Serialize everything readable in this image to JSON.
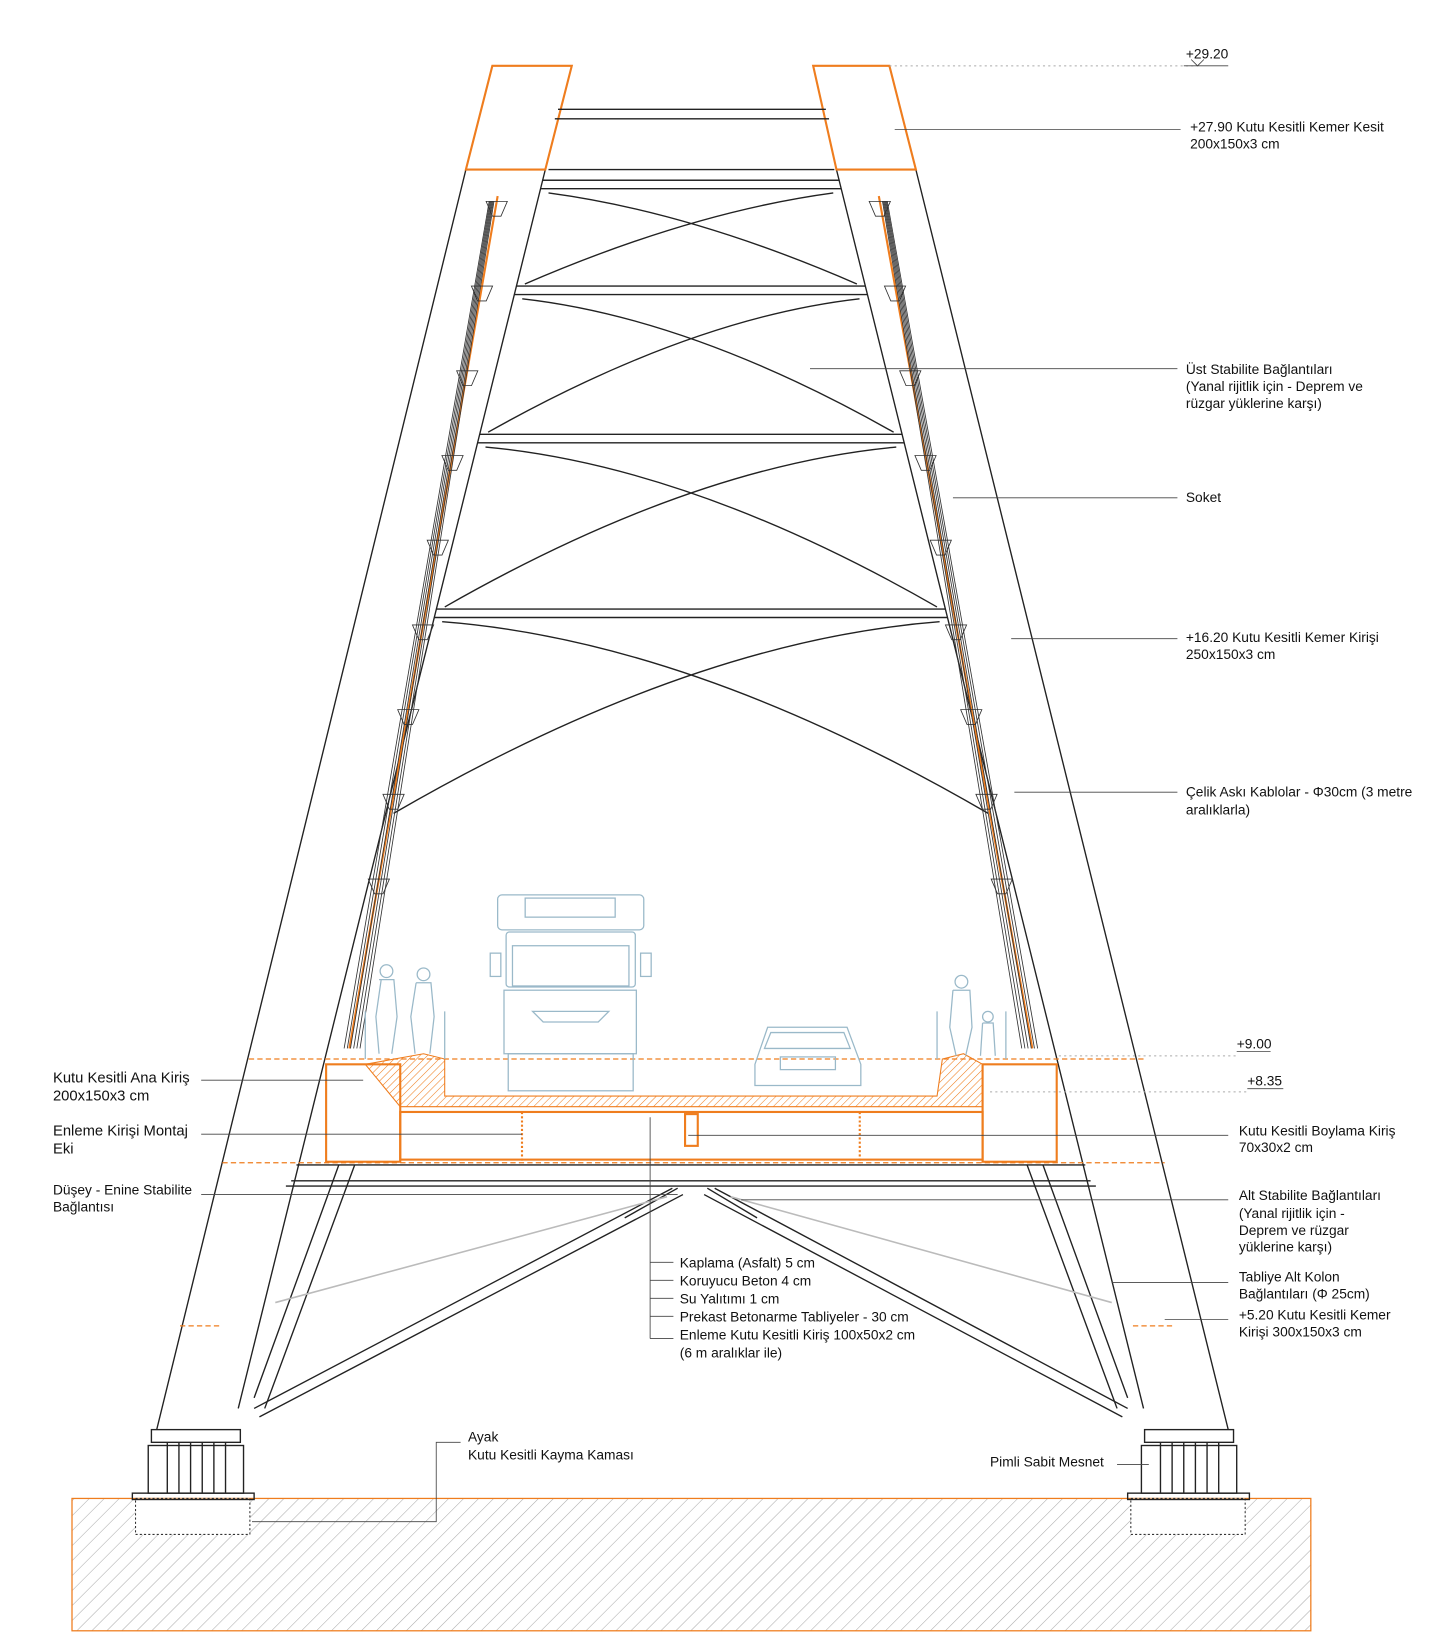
{
  "title": "Kutu kesitli kemer köprü enine kesiti",
  "colors": {
    "accent": "#ef7d1e",
    "line": "#222222",
    "vehicle": "#9ab9c9"
  },
  "levels": {
    "top": "+29.20",
    "deck_top": "+9.00",
    "deck_road": "+8.35"
  },
  "labels_right": {
    "arch_top": [
      "+27.90 Kutu Kesitli Kemer Kesit",
      "200x150x3 cm"
    ],
    "upper_bracing": [
      "Üst Stabilite Bağlantıları",
      "(Yanal rijitlik için - Deprem ve",
      "rüzgar yüklerine karşı)"
    ],
    "socket": [
      "Soket"
    ],
    "arch_mid": [
      "+16.20 Kutu Kesitli Kemer Kirişi",
      "250x150x3 cm"
    ],
    "cables": [
      "Çelik Askı Kablolar - Φ30cm (3 metre",
      "aralıklarla)"
    ],
    "long_beam": [
      "Kutu Kesitli Boylama Kiriş",
      "70x30x2 cm"
    ],
    "lower_bracing": [
      "Alt Stabilite Bağlantıları",
      "(Yanal rijitlik için -",
      "Deprem ve rüzgar",
      "yüklerine karşı)"
    ],
    "deck_columns": [
      "Tabliye Alt Kolon",
      "Bağlantıları (Φ 25cm)"
    ],
    "arch_low": [
      "+5.20 Kutu Kesitli Kemer",
      "Kirişi 300x150x3 cm"
    ]
  },
  "labels_left": {
    "main_girder": [
      "Kutu Kesitli Ana Kiriş",
      "200x150x3 cm"
    ],
    "cross_joint": [
      "Enleme Kirişi Montaj",
      "Eki"
    ],
    "vertical_bracing": [
      "Düşey - Enine Stabilite",
      "Bağlantısı"
    ]
  },
  "deck_layers": [
    "Kaplama (Asfalt) 5 cm",
    "Koruyucu Beton 4 cm",
    "Su Yalıtımı 1 cm",
    "Prekast Betonarme Tabliyeler - 30 cm",
    "Enleme Kutu Kesitli Kiriş 100x50x2 cm",
    "(6 m aralıklar ile)"
  ],
  "foot": [
    "Ayak",
    "Kutu Kesitli Kayma Kaması"
  ],
  "bearing": "Pimli Sabit Mesnet"
}
